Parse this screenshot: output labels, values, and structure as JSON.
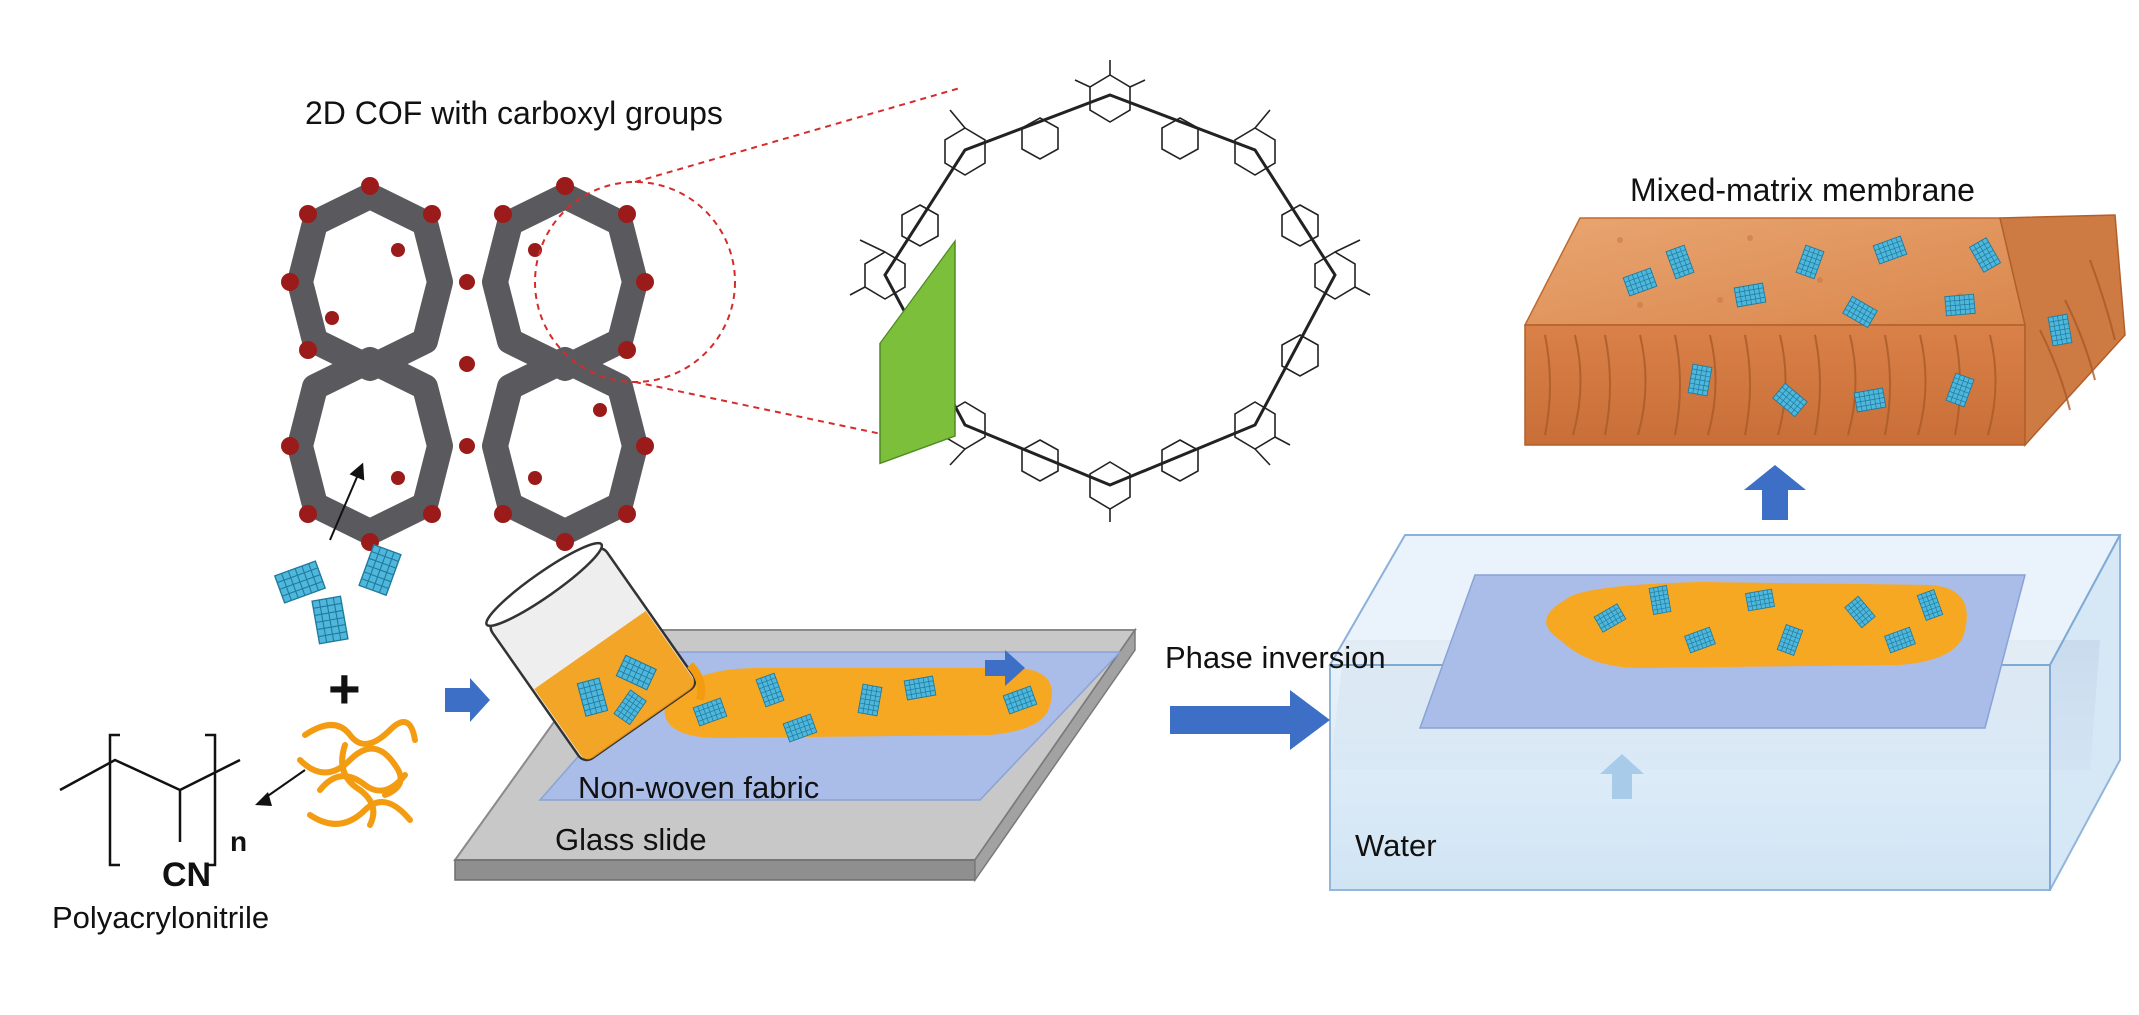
{
  "labels": {
    "cof_title": "2D COF with carboxyl groups",
    "mixed_matrix_membrane": "Mixed-matrix membrane",
    "phase_inversion": "Phase inversion",
    "non_woven_fabric": "Non-woven fabric",
    "glass_slide": "Glass slide",
    "water": "Water",
    "polyacrylonitrile": "Polyacrylonitrile",
    "plus": "+",
    "repeat_n": "n",
    "cn_group": "CN"
  },
  "colors": {
    "cof_framework": "#5a5a5e",
    "carboxyl_oxygen": "#9b1b1b",
    "cof_crystal": "#2aa0c8",
    "polymer_chain": "#f39c12",
    "casting_solution": "#f7a823",
    "fabric": "#a9bde8",
    "glass": "#9b9b9b",
    "blade": "#7cbf3b",
    "arrow": "#3d6fc6",
    "water": "#d6e8f7",
    "membrane": "#d98a4e",
    "guide_line": "#d62b2b"
  }
}
